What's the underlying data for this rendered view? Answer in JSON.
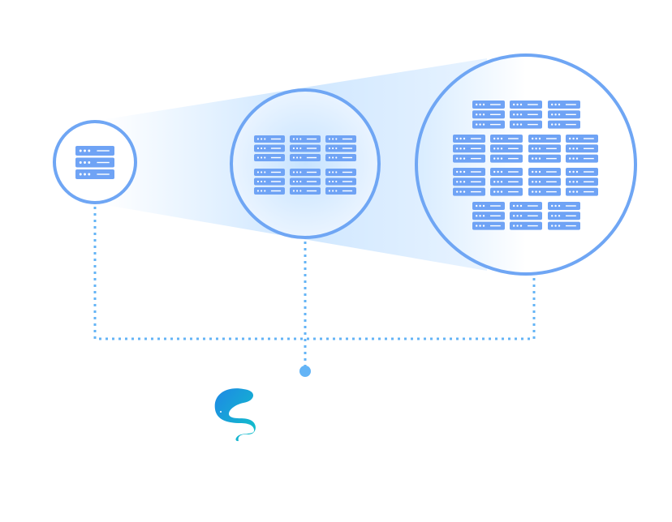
{
  "colors": {
    "ring": "#6fa6f4",
    "server": "#6fa3f5",
    "server_detail": "#ffffff",
    "connector": "#64b4f6",
    "beam": "#c4e2ff",
    "logo_start": "#1e88e5",
    "logo_end": "#10c2cc"
  },
  "icons": [
    "server-rack-icon",
    "brand-logo-icon"
  ],
  "tiers": [
    {
      "name": "small",
      "stacks": 1
    },
    {
      "name": "medium",
      "stacks": 6
    },
    {
      "name": "large",
      "stacks": 14
    }
  ]
}
